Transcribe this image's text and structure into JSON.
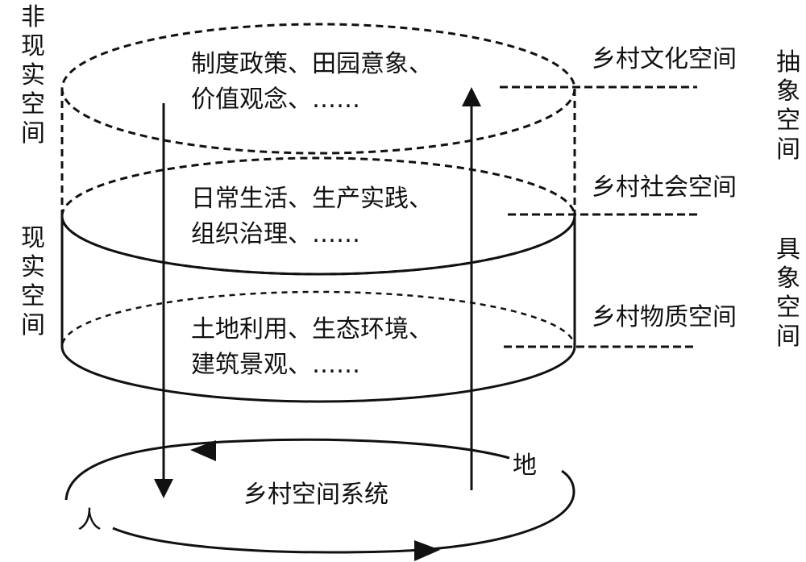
{
  "left_labels": {
    "non_real": "非现实空间",
    "real": "现实空间"
  },
  "right_labels": {
    "abstract": "抽象空间",
    "concrete": "具象空间"
  },
  "layers": [
    {
      "name": "乡村文化空间",
      "line1": "制度政策、田园意象、",
      "line2": "价值观念、……"
    },
    {
      "name": "乡村社会空间",
      "line1": "日常生活、生产实践、",
      "line2": "组织治理、……"
    },
    {
      "name": "乡村物质空间",
      "line1": "土地利用、生态环境、",
      "line2": "建筑景观、……"
    }
  ],
  "system": {
    "label": "乡村空间系统",
    "person": "人",
    "land": "地"
  }
}
